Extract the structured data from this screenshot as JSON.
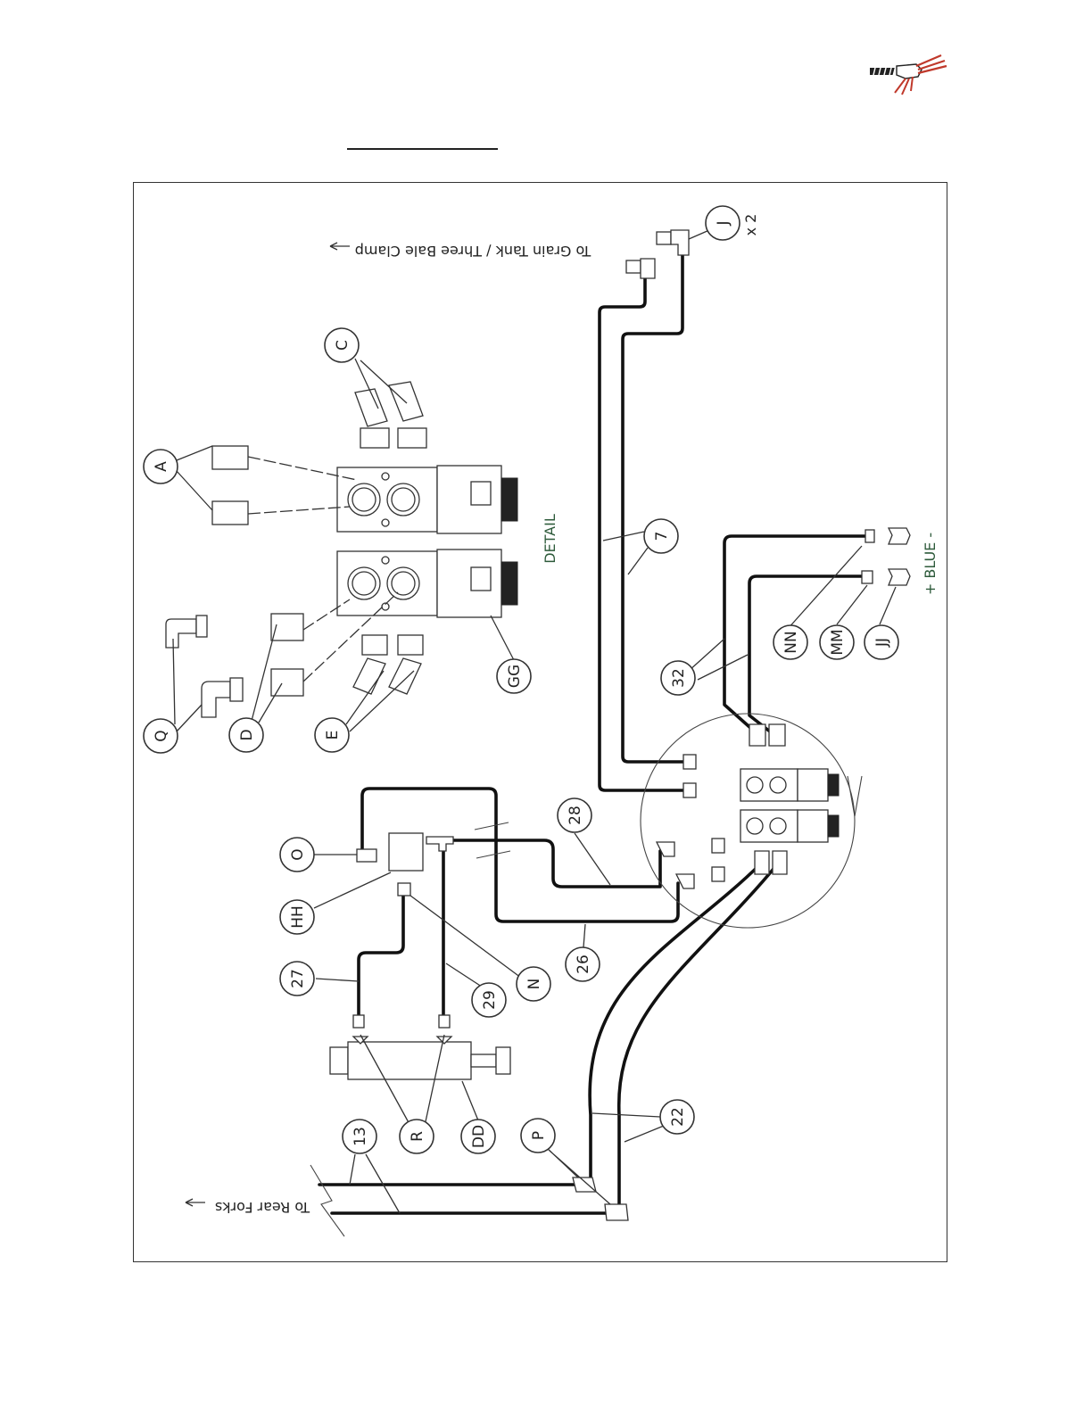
{
  "logo": {
    "icon": "pitchfork-hand-logo",
    "colors": [
      "#c0392b",
      "#222222"
    ]
  },
  "notes": {
    "grain_tank": "To Grain Tank / Three Bale Clamp",
    "rear_forks": "To Rear Forks",
    "detail": "DETAIL",
    "blue": "+ BLUE -",
    "times_two": "x 2"
  },
  "callouts": {
    "J": "J",
    "C": "C",
    "A": "A",
    "Q": "Q",
    "D": "D",
    "E": "E",
    "GG": "GG",
    "n7": "7",
    "NN": "NN",
    "MM": "MM",
    "JJ": "JJ",
    "n32": "32",
    "O": "O",
    "HH": "HH",
    "n28": "28",
    "n26": "26",
    "N": "N",
    "n27": "27",
    "n29": "29",
    "R": "R",
    "DD": "DD",
    "P": "P",
    "n13": "13",
    "n22": "22"
  },
  "colors": {
    "line": "#111111",
    "label_green": "#2d5a3a",
    "logo_red": "#c0392b"
  }
}
